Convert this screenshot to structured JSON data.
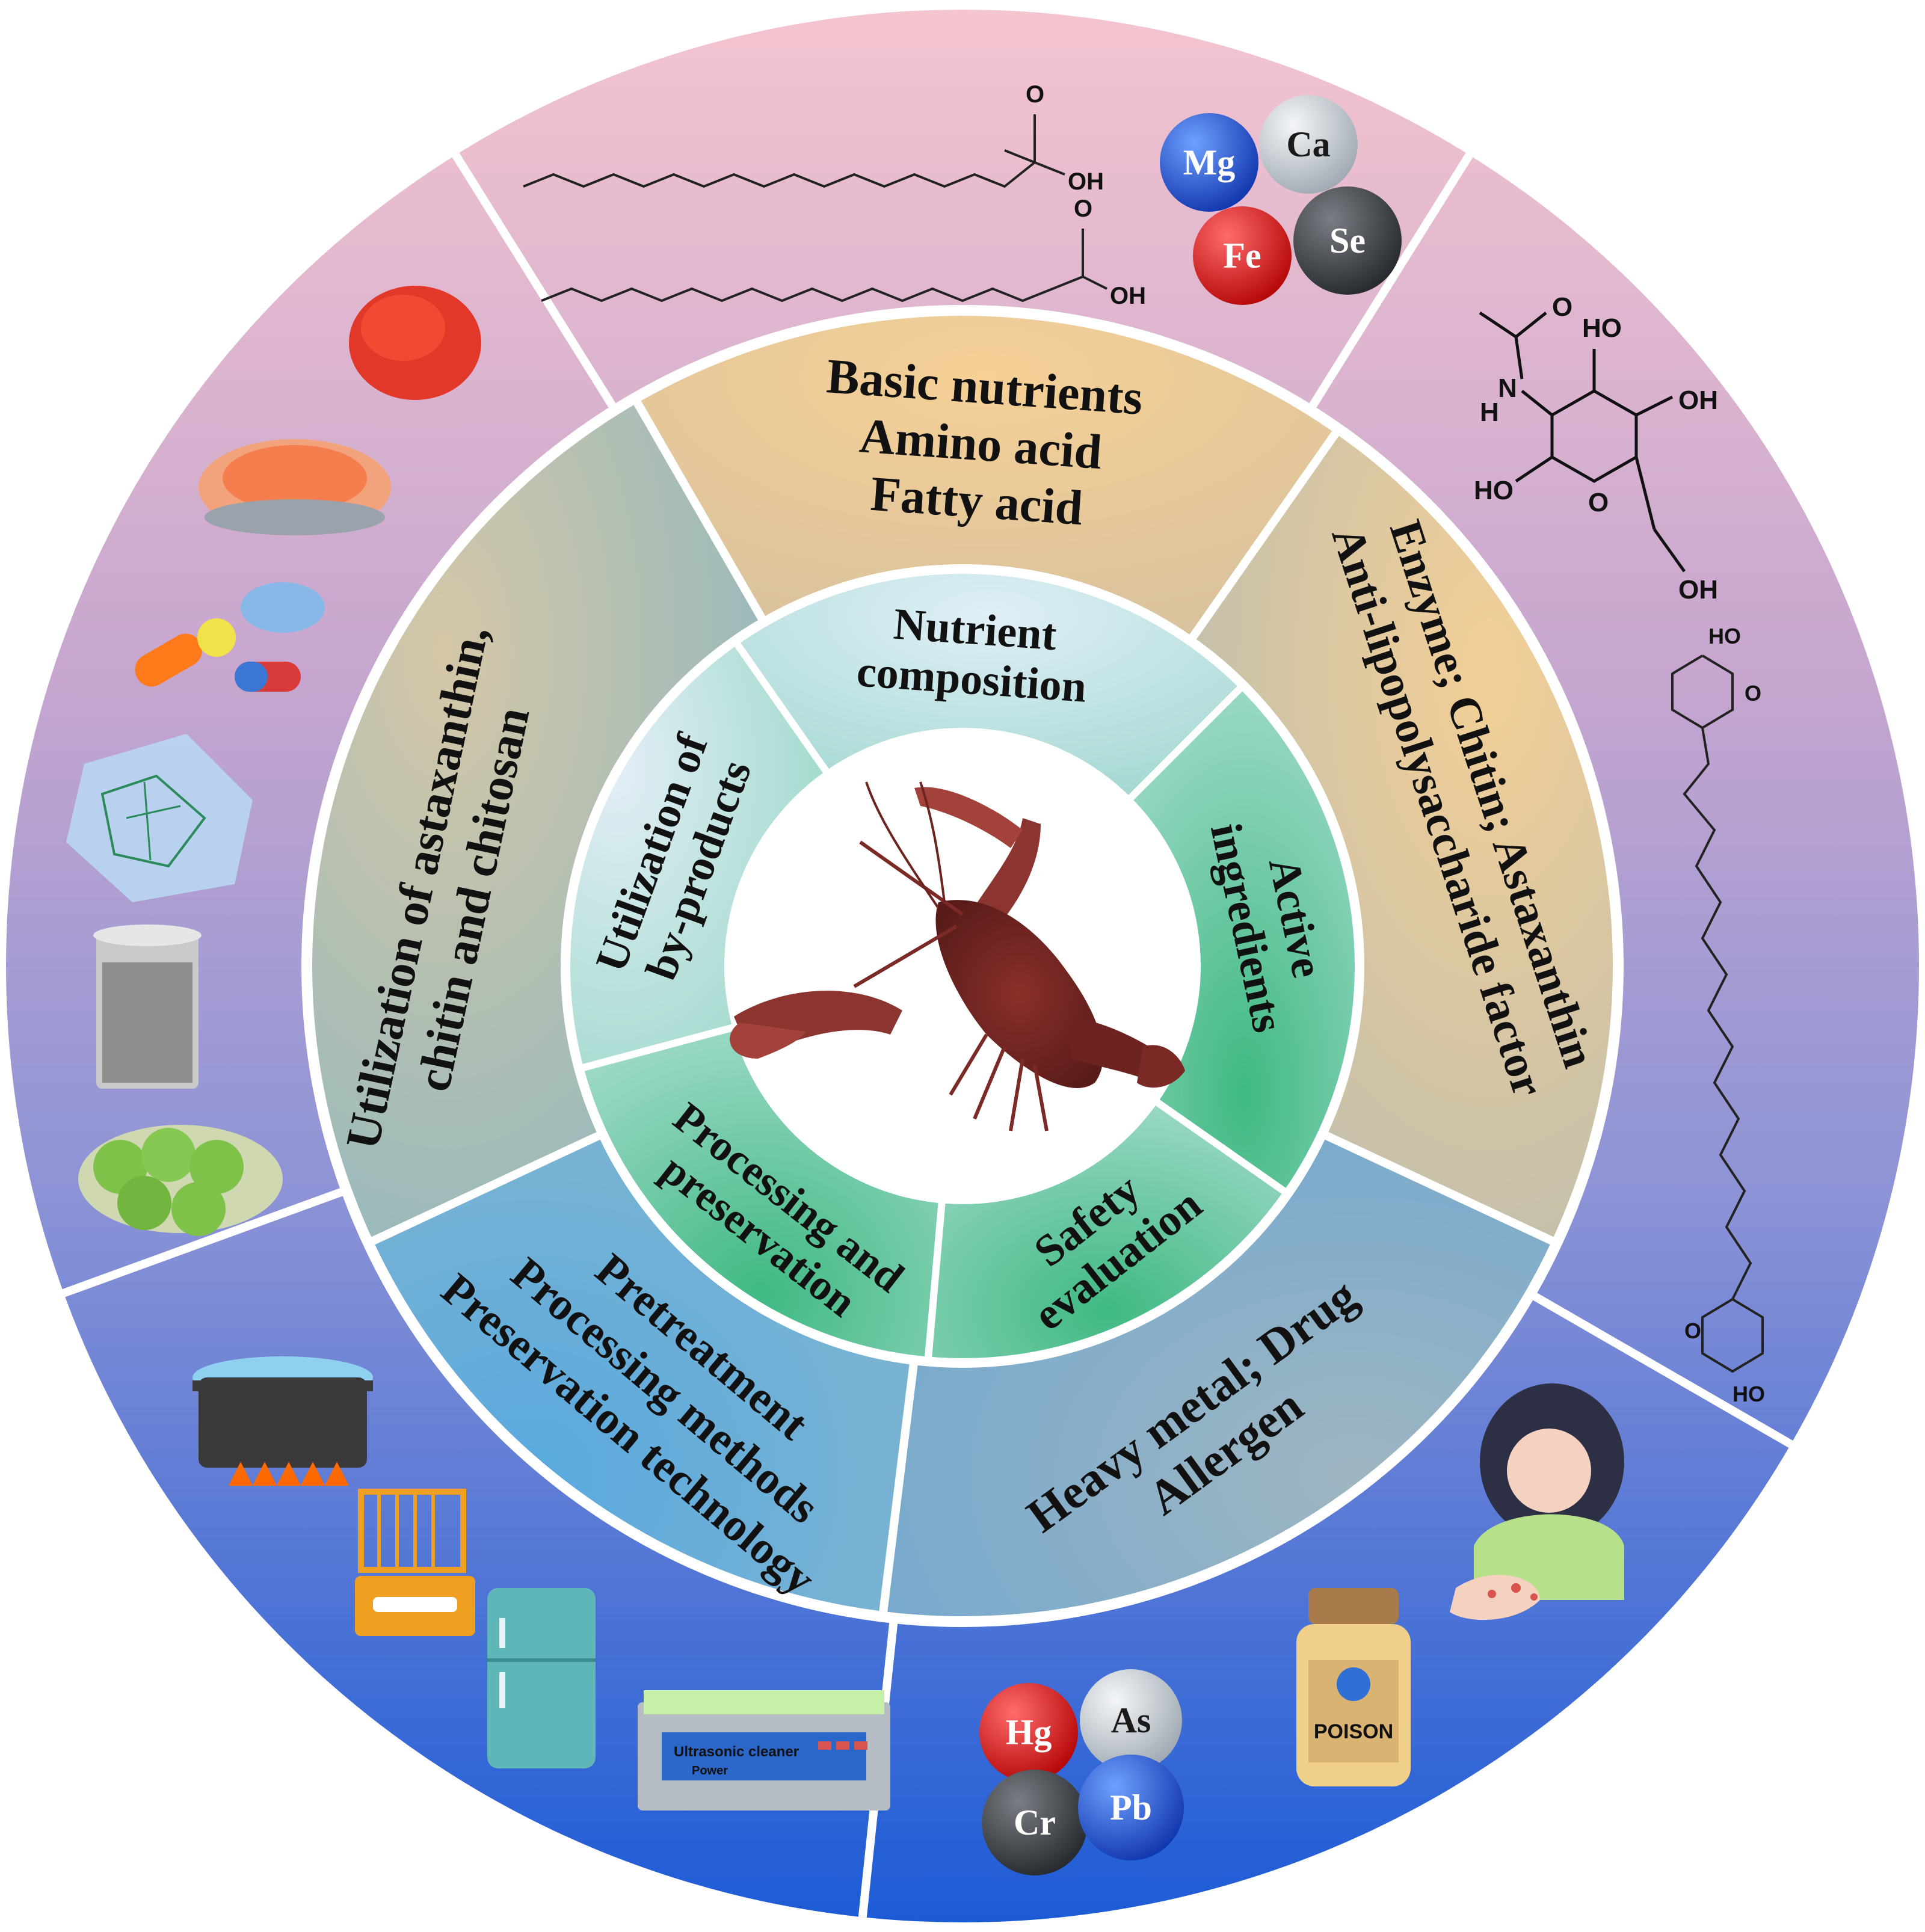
{
  "center": {
    "image_name": "crayfish"
  },
  "inner_ring": [
    {
      "id": "nutrient",
      "label": "Nutrient composition"
    },
    {
      "id": "active",
      "label": "Active ingredients"
    },
    {
      "id": "safety",
      "label": "Safety evaluation"
    },
    {
      "id": "processing",
      "label": "Processing and preservation"
    },
    {
      "id": "byproducts",
      "label": "Utilization of by-products"
    }
  ],
  "middle_ring": [
    {
      "id": "nutrient",
      "lines": [
        "Basic nutrients",
        "Amino acid",
        "Fatty acid"
      ]
    },
    {
      "id": "active",
      "lines": [
        "Enzyme; Chitin; Astaxanthin",
        "Anti-lipopolysaccharide factor"
      ]
    },
    {
      "id": "safety",
      "lines": [
        "Heavy metal; Drug",
        "Allergen"
      ]
    },
    {
      "id": "processing",
      "lines": [
        "Pretreatment",
        "Processing methods",
        "Preservation technology"
      ]
    },
    {
      "id": "byproducts",
      "lines": [
        "Utilization of astaxanthin,",
        "chitin and chitosan"
      ]
    }
  ],
  "outer_ring": {
    "nutrient": {
      "elements": [
        "Mg",
        "Ca",
        "Fe",
        "Se"
      ],
      "chem_labels": [
        "O",
        "OH",
        "O",
        "OH"
      ]
    },
    "active": {
      "chem_labels": [
        "O",
        "N",
        "H",
        "HO",
        "OH",
        "HO",
        "O",
        "OH",
        "HO",
        "O",
        "O",
        "HO"
      ]
    },
    "safety": {
      "elements": [
        "Hg",
        "As",
        "Cr",
        "Pb"
      ],
      "poison_label": "POISON"
    },
    "processing": {
      "device_labels": [
        "Ultrasonic cleaner",
        "Power"
      ]
    }
  },
  "colors": {
    "outer_top": "#f3c3cf",
    "outer_mid": "#9b9bd6",
    "outer_bottom": "#1f5fd6",
    "divider": "#ffffff"
  }
}
